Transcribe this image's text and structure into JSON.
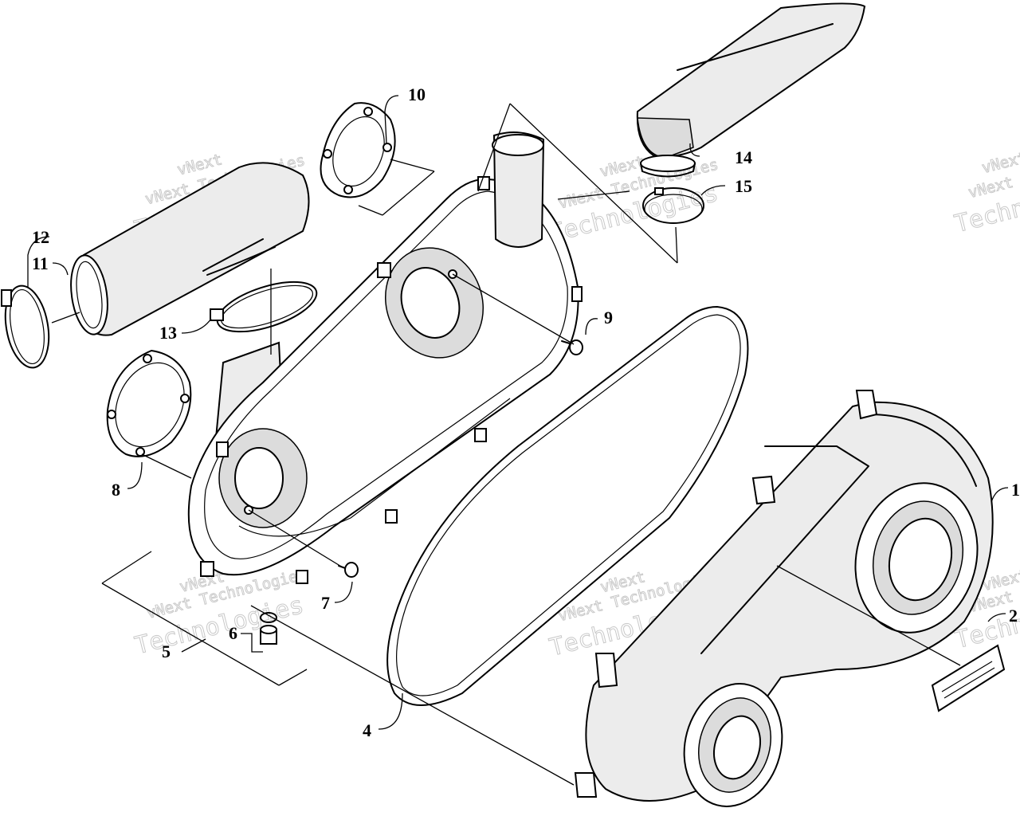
{
  "callouts": [
    "1",
    "2",
    "4",
    "5",
    "6",
    "7",
    "8",
    "9",
    "10",
    "11",
    "12",
    "13",
    "14",
    "15"
  ],
  "watermark": {
    "line1": "vNext",
    "line2": "vNext Technologies",
    "line3": "Technologies"
  }
}
